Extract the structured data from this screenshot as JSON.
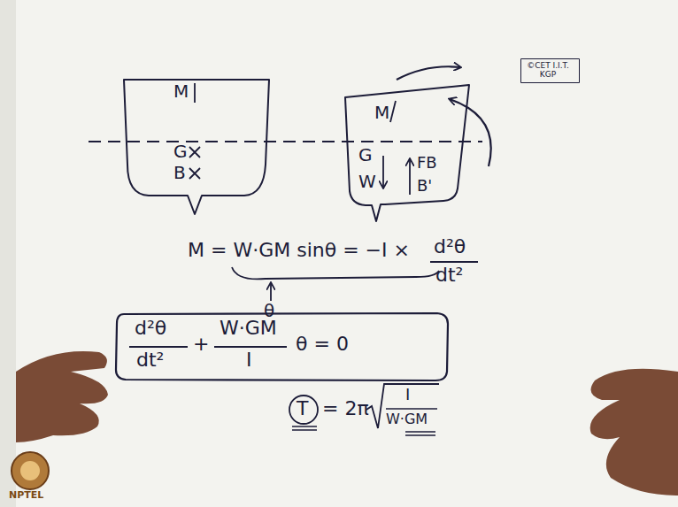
{
  "diagram": {
    "nodes": [
      {
        "text": [
          "©CET I.I.T. KGP"
        ]
      },
      {
        "text": [
          "M",
          "G",
          "B"
        ]
      },
      {
        "text": [
          "M",
          "G",
          "W",
          "FB",
          "B'"
        ]
      },
      {
        "text": [
          "d²θ",
          "dt²",
          "+",
          "W·GM",
          "I",
          "θ = 0"
        ]
      }
    ],
    "labels": [
      "M = W·GM sinθ = −I ×",
      "d²θ",
      "dt²",
      "θ",
      "T",
      "= 2π",
      "I",
      "W·GM",
      "NPTEL"
    ]
  }
}
